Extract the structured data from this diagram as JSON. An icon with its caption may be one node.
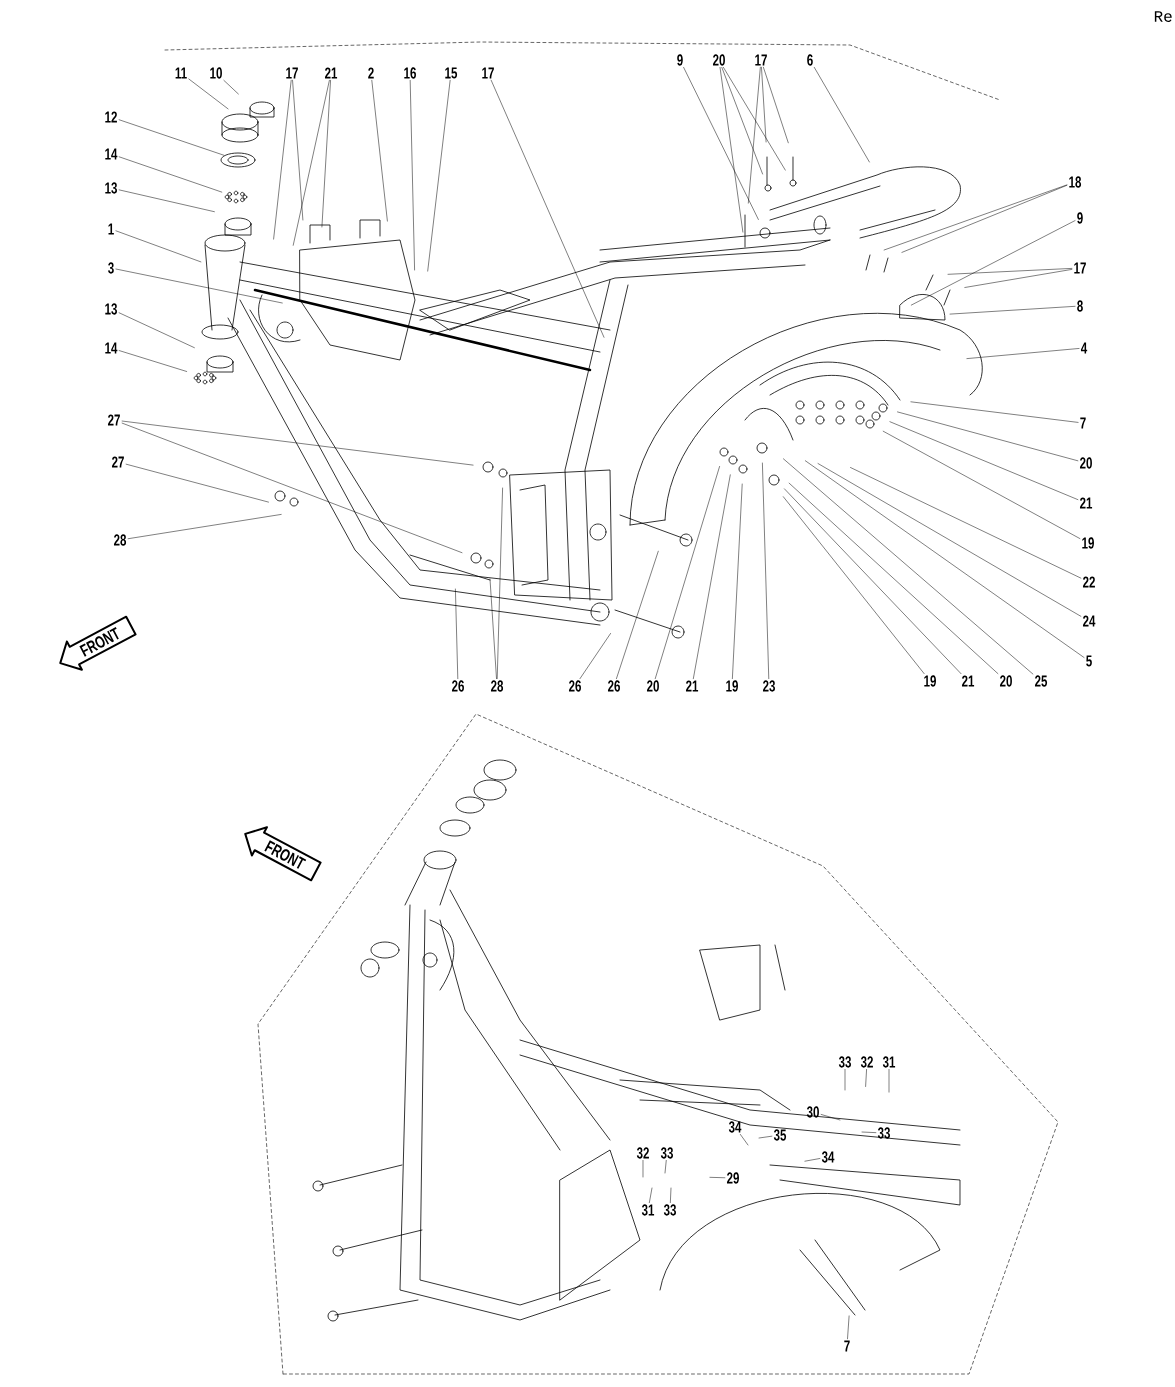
{
  "diagram": {
    "nodes": [
      {
        "text": [
          "11"
        ]
      },
      {
        "text": [
          "10"
        ]
      },
      {
        "text": [
          "12"
        ]
      },
      {
        "text": [
          "14"
        ]
      },
      {
        "text": [
          "13"
        ]
      },
      {
        "text": [
          "1"
        ]
      },
      {
        "text": [
          "3"
        ]
      },
      {
        "text": [
          "13"
        ]
      },
      {
        "text": [
          "14"
        ]
      },
      {
        "text": [
          "17"
        ]
      },
      {
        "text": [
          "21"
        ]
      },
      {
        "text": [
          "2"
        ]
      },
      {
        "text": [
          "16"
        ]
      },
      {
        "text": [
          "15"
        ]
      },
      {
        "text": [
          "17"
        ]
      },
      {
        "text": [
          "9"
        ]
      },
      {
        "text": [
          "20"
        ]
      },
      {
        "text": [
          "17"
        ]
      },
      {
        "text": [
          "6"
        ]
      },
      {
        "text": [
          "18"
        ]
      },
      {
        "text": [
          "9"
        ]
      },
      {
        "text": [
          "17"
        ]
      },
      {
        "text": [
          "8"
        ]
      },
      {
        "text": [
          "4"
        ]
      },
      {
        "text": [
          "7"
        ]
      },
      {
        "text": [
          "20"
        ]
      },
      {
        "text": [
          "21"
        ]
      },
      {
        "text": [
          "19"
        ]
      },
      {
        "text": [
          "22"
        ]
      },
      {
        "text": [
          "24"
        ]
      },
      {
        "text": [
          "5"
        ]
      },
      {
        "text": [
          "25"
        ]
      },
      {
        "text": [
          "20"
        ]
      },
      {
        "text": [
          "21"
        ]
      },
      {
        "text": [
          "19"
        ]
      },
      {
        "text": [
          "23"
        ]
      },
      {
        "text": [
          "19"
        ]
      },
      {
        "text": [
          "21"
        ]
      },
      {
        "text": [
          "20"
        ]
      },
      {
        "text": [
          "26"
        ]
      },
      {
        "text": [
          "26"
        ]
      },
      {
        "text": [
          "28"
        ]
      },
      {
        "text": [
          "26"
        ]
      },
      {
        "text": [
          "27"
        ]
      },
      {
        "text": [
          "27"
        ]
      },
      {
        "text": [
          "28"
        ]
      },
      {
        "text": [
          "FRONT"
        ]
      },
      {
        "text": [
          "FRONT"
        ]
      },
      {
        "text": [
          "33"
        ]
      },
      {
        "text": [
          "32"
        ]
      },
      {
        "text": [
          "31"
        ]
      },
      {
        "text": [
          "30"
        ]
      },
      {
        "text": [
          "33"
        ]
      },
      {
        "text": [
          "34"
        ]
      },
      {
        "text": [
          "35"
        ]
      },
      {
        "text": [
          "34"
        ]
      },
      {
        "text": [
          "32"
        ]
      },
      {
        "text": [
          "33"
        ]
      },
      {
        "text": [
          "29"
        ]
      },
      {
        "text": [
          "31"
        ]
      },
      {
        "text": [
          "33"
        ]
      },
      {
        "text": [
          "7"
        ]
      }
    ],
    "edges": [
      {
        "from": 0,
        "to": null,
        "arrow": "none"
      },
      {
        "from": 1,
        "to": null,
        "arrow": "none"
      },
      {
        "from": 2,
        "to": null,
        "arrow": "none"
      },
      {
        "from": 3,
        "to": null,
        "arrow": "none"
      },
      {
        "from": 4,
        "to": null,
        "arrow": "none"
      },
      {
        "from": 5,
        "to": null,
        "arrow": "none"
      },
      {
        "from": 6,
        "to": null,
        "arrow": "none"
      },
      {
        "from": 7,
        "to": null,
        "arrow": "none"
      },
      {
        "from": 8,
        "to": null,
        "arrow": "none"
      },
      {
        "from": 9,
        "to": null,
        "arrow": "none"
      },
      {
        "from": 9,
        "to": null,
        "arrow": "none"
      },
      {
        "from": 10,
        "to": null,
        "arrow": "none"
      },
      {
        "from": 10,
        "to": null,
        "arrow": "none"
      },
      {
        "from": 11,
        "to": null,
        "arrow": "none"
      },
      {
        "from": 12,
        "to": null,
        "arrow": "none"
      },
      {
        "from": 13,
        "to": null,
        "arrow": "none"
      },
      {
        "from": 14,
        "to": null,
        "arrow": "none"
      },
      {
        "from": 15,
        "to": null,
        "arrow": "none"
      },
      {
        "from": 16,
        "to": null,
        "arrow": "none"
      },
      {
        "from": 16,
        "to": null,
        "arrow": "none"
      },
      {
        "from": 16,
        "to": null,
        "arrow": "none"
      },
      {
        "from": 17,
        "to": null,
        "arrow": "none"
      },
      {
        "from": 17,
        "to": null,
        "arrow": "none"
      },
      {
        "from": 17,
        "to": null,
        "arrow": "none"
      },
      {
        "from": 18,
        "to": null,
        "arrow": "none"
      },
      {
        "from": 19,
        "to": null,
        "arrow": "none"
      },
      {
        "from": 19,
        "to": null,
        "arrow": "none"
      },
      {
        "from": 20,
        "to": null,
        "arrow": "none"
      },
      {
        "from": 21,
        "to": null,
        "arrow": "none"
      },
      {
        "from": 21,
        "to": null,
        "arrow": "none"
      },
      {
        "from": 22,
        "to": null,
        "arrow": "none"
      },
      {
        "from": 23,
        "to": null,
        "arrow": "none"
      },
      {
        "from": 24,
        "to": null,
        "arrow": "none"
      },
      {
        "from": 25,
        "to": null,
        "arrow": "none"
      },
      {
        "from": 26,
        "to": null,
        "arrow": "none"
      },
      {
        "from": 27,
        "to": null,
        "arrow": "none"
      },
      {
        "from": 28,
        "to": null,
        "arrow": "none"
      },
      {
        "from": 29,
        "to": null,
        "arrow": "none"
      },
      {
        "from": 30,
        "to": null,
        "arrow": "none"
      },
      {
        "from": 31,
        "to": null,
        "arrow": "none"
      },
      {
        "from": 32,
        "to": null,
        "arrow": "none"
      },
      {
        "from": 33,
        "to": null,
        "arrow": "none"
      },
      {
        "from": 34,
        "to": null,
        "arrow": "none"
      },
      {
        "from": 35,
        "to": null,
        "arrow": "none"
      },
      {
        "from": 36,
        "to": null,
        "arrow": "none"
      },
      {
        "from": 37,
        "to": null,
        "arrow": "none"
      },
      {
        "from": 38,
        "to": null,
        "arrow": "none"
      },
      {
        "from": 39,
        "to": null,
        "arrow": "none"
      },
      {
        "from": 40,
        "to": null,
        "arrow": "none"
      },
      {
        "from": 41,
        "to": null,
        "arrow": "none"
      },
      {
        "from": 41,
        "to": null,
        "arrow": "none"
      },
      {
        "from": 42,
        "to": null,
        "arrow": "none"
      },
      {
        "from": 43,
        "to": null,
        "arrow": "none"
      },
      {
        "from": 43,
        "to": null,
        "arrow": "none"
      },
      {
        "from": 44,
        "to": null,
        "arrow": "none"
      },
      {
        "from": 45,
        "to": null,
        "arrow": "none"
      },
      {
        "from": 48,
        "to": null,
        "arrow": "none"
      },
      {
        "from": 49,
        "to": null,
        "arrow": "none"
      },
      {
        "from": 50,
        "to": null,
        "arrow": "none"
      },
      {
        "from": 51,
        "to": null,
        "arrow": "none"
      },
      {
        "from": 52,
        "to": null,
        "arrow": "none"
      },
      {
        "from": 53,
        "to": null,
        "arrow": "none"
      },
      {
        "from": 54,
        "to": null,
        "arrow": "none"
      },
      {
        "from": 55,
        "to": null,
        "arrow": "none"
      },
      {
        "from": 56,
        "to": null,
        "arrow": "none"
      },
      {
        "from": 57,
        "to": null,
        "arrow": "none"
      },
      {
        "from": 58,
        "to": null,
        "arrow": "none"
      },
      {
        "from": 59,
        "to": null,
        "arrow": "none"
      },
      {
        "from": 60,
        "to": null,
        "arrow": "none"
      },
      {
        "from": 61,
        "to": null,
        "arrow": "none"
      }
    ],
    "labels": [
      "Re"
    ]
  }
}
